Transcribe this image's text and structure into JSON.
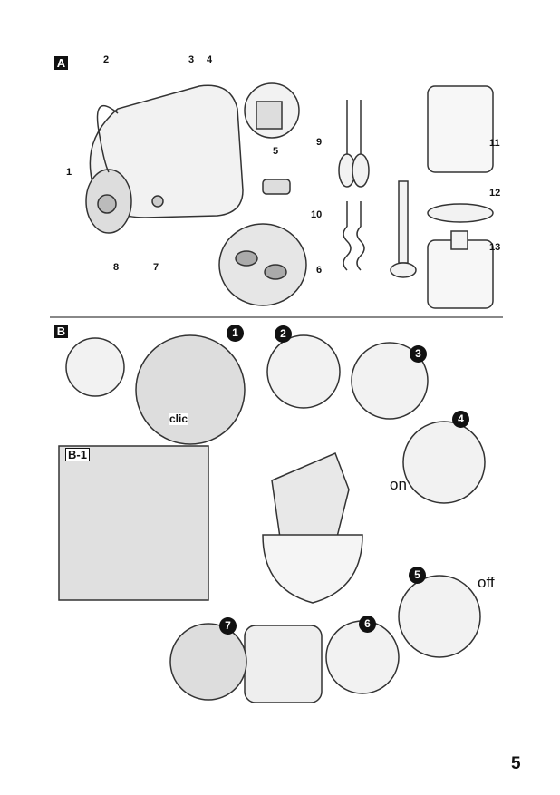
{
  "section_a": {
    "label": "A",
    "parts": [
      "1",
      "2",
      "3",
      "4",
      "5",
      "6",
      "7",
      "8",
      "9",
      "10",
      "11",
      "12",
      "13"
    ]
  },
  "section_b": {
    "label": "B",
    "inset_label": "B-1",
    "click_text": "clic",
    "on_text": "on",
    "off_text": "off",
    "steps": [
      "1",
      "2",
      "3",
      "4",
      "5",
      "6",
      "7"
    ]
  },
  "page_number": "5"
}
